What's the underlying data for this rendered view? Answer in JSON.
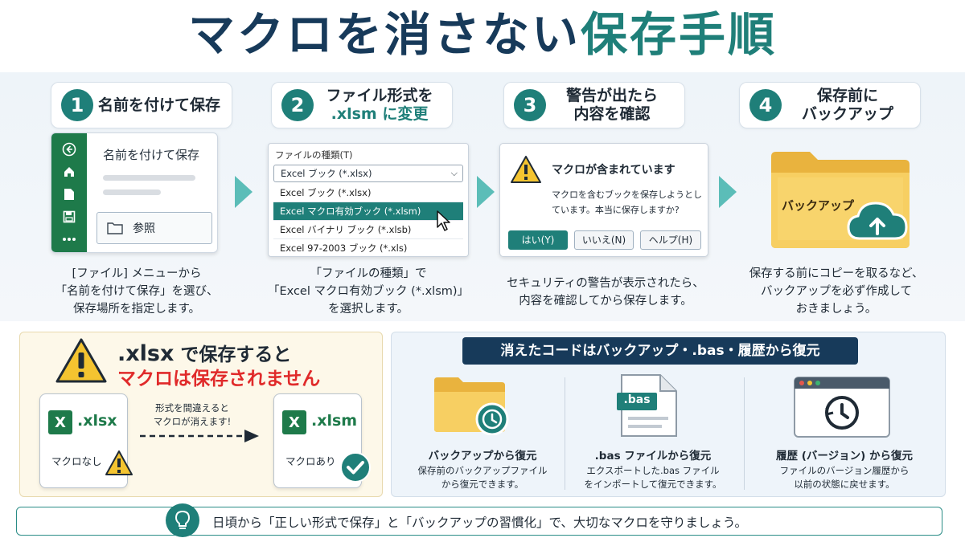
{
  "title": {
    "part1": "マクロを消さない",
    "part2": "保存手順"
  },
  "steps": [
    {
      "num": "1",
      "label": "名前を付けて保存"
    },
    {
      "num": "2",
      "label_line1": "ファイル形式を",
      "label_line2": ".xlsm に変更"
    },
    {
      "num": "3",
      "label_line1": "警告が出たら",
      "label_line2": "内容を確認"
    },
    {
      "num": "4",
      "label_line1": "保存前に",
      "label_line2": "バックアップ"
    }
  ],
  "panel1": {
    "title": "名前を付けて保存",
    "browse": "参照"
  },
  "panel2": {
    "header": "ファイルの種類(T)",
    "selected": "Excel ブック (*.xlsx)",
    "options": [
      "Excel ブック (*.xlsx)",
      "Excel マクロ有効ブック (*.xlsm)",
      "Excel バイナリ ブック (*.xlsb)",
      "Excel 97-2003 ブック (*.xls)"
    ]
  },
  "panel3": {
    "title": "マクロが含まれています",
    "message": "マクロを含むブックを保存しようとしています。本当に保存しますか?",
    "yes": "はい(Y)",
    "no": "いいえ(N)",
    "help": "ヘルプ(H)"
  },
  "panel4": {
    "folder_label": "バックアップ"
  },
  "captions": {
    "c1": [
      "[ファイル] メニューから",
      "「名前を付けて保存」を選び、",
      "保存場所を指定します。"
    ],
    "c2": [
      "「ファイルの種類」で",
      "「Excel マクロ有効ブック (*.xlsm)」",
      "を選択します。"
    ],
    "c3": [
      "セキュリティの警告が表示されたら、",
      "内容を確認してから保存します。"
    ],
    "c4": [
      "保存する前にコピーを取るなど、",
      "バックアップを必ず作成して",
      "おきましょう。"
    ]
  },
  "warning": {
    "line1_ext": ".xlsx",
    "line1_rest": " で保存すると",
    "line2": "マクロは保存されません",
    "card_left": {
      "badge": "X",
      "ext": ".xlsx",
      "note": "マクロなし"
    },
    "card_right": {
      "badge": "X",
      "ext": ".xlsm",
      "note": "マクロあり"
    },
    "mid_note": [
      "形式を間違えると",
      "マクロが消えます!"
    ]
  },
  "recovery": {
    "header": "消えたコードはバックアップ・.bas・履歴から復元",
    "cols": [
      {
        "title": "バックアップから復元",
        "text": [
          "保存前のバックアップファイル",
          "から復元できます。"
        ]
      },
      {
        "title": ".bas ファイルから復元",
        "badge": ".bas",
        "text": [
          "エクスポートした.bas ファイル",
          "をインポートして復元できます。"
        ]
      },
      {
        "title": "履歴 (バージョン) から復元",
        "text": [
          "ファイルのバージョン履歴から",
          "以前の状態に戻せます。"
        ]
      }
    ]
  },
  "footer": {
    "text": "日頃から「正しい形式で保存」と「バックアップの習慣化」で、大切なマクロを守りましょう。"
  },
  "colors": {
    "navy": "#173a5a",
    "teal": "#1f7f79",
    "excel_green": "#1e7a4a",
    "warning_red": "#e02a2a",
    "warning_yellow": "#f4c430"
  }
}
